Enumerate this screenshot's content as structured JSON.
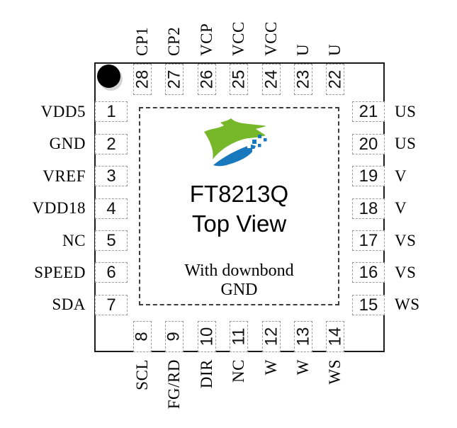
{
  "diagram_title": "FT8213Q pinout top view",
  "chip": {
    "part_number": "FT8213Q",
    "view": "Top View",
    "note_line1": "With downbond",
    "note_line2": "GND",
    "pin1_marker": "filled-circle",
    "package_pin_count": 28
  },
  "colors": {
    "background": "#ffffff",
    "outline": "#1a1a1a",
    "pin_box_dash": "#9a9a9a",
    "die_dash": "#3d3d3d",
    "text": "#000000",
    "logo_green": "#76b82a",
    "logo_blue": "#1878be",
    "pin1_dot": "#000000",
    "dot_shadow": "#d4d4d4"
  },
  "pins": {
    "left": [
      {
        "number": "1",
        "label": "VDD5"
      },
      {
        "number": "2",
        "label": "GND"
      },
      {
        "number": "3",
        "label": "VREF"
      },
      {
        "number": "4",
        "label": "VDD18"
      },
      {
        "number": "5",
        "label": "NC"
      },
      {
        "number": "6",
        "label": "SPEED"
      },
      {
        "number": "7",
        "label": "SDA"
      }
    ],
    "top": [
      {
        "number": "28",
        "label": "CP1"
      },
      {
        "number": "27",
        "label": "CP2"
      },
      {
        "number": "26",
        "label": "VCP"
      },
      {
        "number": "25",
        "label": "VCC"
      },
      {
        "number": "24",
        "label": "VCC"
      },
      {
        "number": "23",
        "label": "U"
      },
      {
        "number": "22",
        "label": "U"
      }
    ],
    "right": [
      {
        "number": "21",
        "label": "US"
      },
      {
        "number": "20",
        "label": "US"
      },
      {
        "number": "19",
        "label": "V"
      },
      {
        "number": "18",
        "label": "V"
      },
      {
        "number": "17",
        "label": "VS"
      },
      {
        "number": "16",
        "label": "VS"
      },
      {
        "number": "15",
        "label": "WS"
      }
    ],
    "bottom": [
      {
        "number": "8",
        "label": "SCL"
      },
      {
        "number": "9",
        "label": "FG/RD"
      },
      {
        "number": "10",
        "label": "DIR"
      },
      {
        "number": "11",
        "label": "NC"
      },
      {
        "number": "12",
        "label": "W"
      },
      {
        "number": "13",
        "label": "W"
      },
      {
        "number": "14",
        "label": "WS"
      }
    ]
  }
}
